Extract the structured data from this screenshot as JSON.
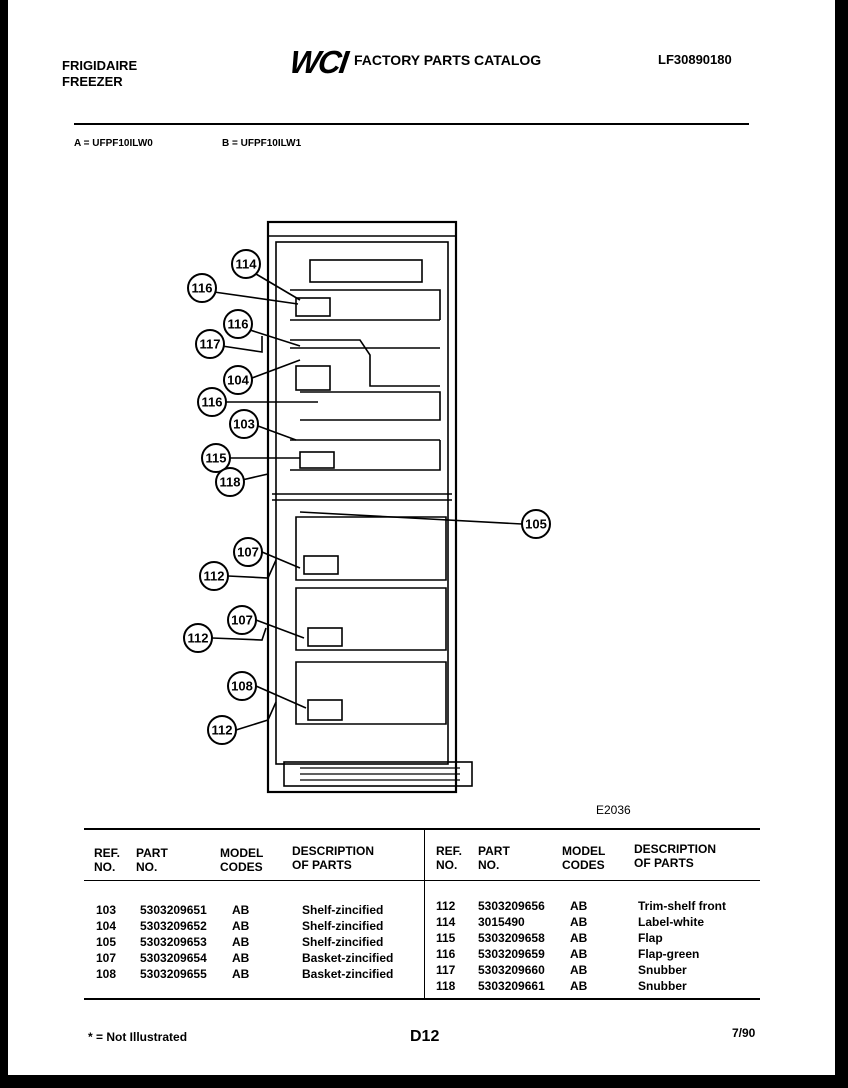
{
  "header": {
    "brand_line1": "FRIGIDAIRE",
    "brand_line2": "FREEZER",
    "logo_text": "WCI",
    "catalog_title": "FACTORY PARTS CATALOG",
    "catalog_number": "LF30890180"
  },
  "models": {
    "model_a": "A = UFPF10ILW0",
    "model_b": "B = UFPF10ILW1"
  },
  "diagram": {
    "figure_code": "E2036",
    "callouts": [
      "114",
      "116",
      "116",
      "117",
      "104",
      "116",
      "103",
      "115",
      "118",
      "105",
      "107",
      "112",
      "107",
      "112",
      "108",
      "112"
    ]
  },
  "parts_table": {
    "headers": {
      "ref_1": "REF.",
      "ref_2": "NO.",
      "part_1": "PART",
      "part_2": "NO.",
      "model_1": "MODEL",
      "model_2": "CODES",
      "desc_1": "DESCRIPTION",
      "desc_2": "OF PARTS"
    },
    "left_rows": [
      {
        "ref": "103",
        "part": "5303209651",
        "codes": "AB",
        "desc": "Shelf-zincified"
      },
      {
        "ref": "104",
        "part": "5303209652",
        "codes": "AB",
        "desc": "Shelf-zincified"
      },
      {
        "ref": "105",
        "part": "5303209653",
        "codes": "AB",
        "desc": "Shelf-zincified"
      },
      {
        "ref": "107",
        "part": "5303209654",
        "codes": "AB",
        "desc": "Basket-zincified"
      },
      {
        "ref": "108",
        "part": "5303209655",
        "codes": "AB",
        "desc": "Basket-zincified"
      }
    ],
    "right_rows": [
      {
        "ref": "112",
        "part": "5303209656",
        "codes": "AB",
        "desc": "Trim-shelf front"
      },
      {
        "ref": "114",
        "part": "3015490",
        "codes": "AB",
        "desc": "Label-white"
      },
      {
        "ref": "115",
        "part": "5303209658",
        "codes": "AB",
        "desc": "Flap"
      },
      {
        "ref": "116",
        "part": "5303209659",
        "codes": "AB",
        "desc": "Flap-green"
      },
      {
        "ref": "117",
        "part": "5303209660",
        "codes": "AB",
        "desc": "Snubber"
      },
      {
        "ref": "118",
        "part": "5303209661",
        "codes": "AB",
        "desc": "Snubber"
      }
    ]
  },
  "footer": {
    "note": "* = Not Illustrated",
    "page": "D12",
    "date": "7/90"
  }
}
